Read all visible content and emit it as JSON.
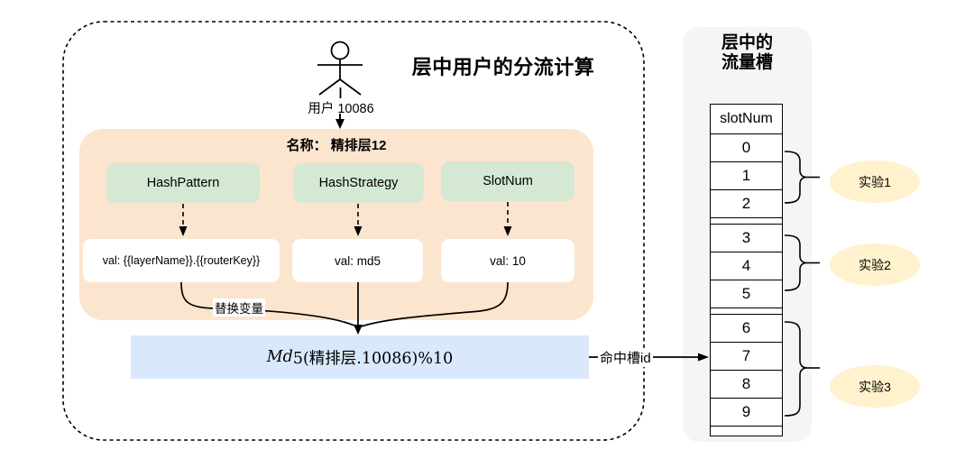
{
  "diagram": {
    "left_panel": {
      "title": "层中用户的分流计算",
      "actor_label": "用户 10086",
      "layer": {
        "name_label": "名称： 精排层12",
        "params": [
          {
            "name": "HashPattern",
            "value": "val: {{layerName}}.{{routerKey}}"
          },
          {
            "name": "HashStrategy",
            "value": "val: md5"
          },
          {
            "name": "SlotNum",
            "value": "val: 10"
          }
        ],
        "replace_label": "替换变量"
      },
      "formula": {
        "prefix_italic": "Md",
        "rest": "5(精排层.10086)%10"
      }
    },
    "connector_label": "命中槽id",
    "right_panel": {
      "title_line1": "层中的",
      "title_line2": "流量槽",
      "table": {
        "header": "slotNum",
        "groups": [
          [
            "0",
            "1",
            "2"
          ],
          [
            "3",
            "4",
            "5"
          ],
          [
            "6",
            "7",
            "8",
            "9"
          ]
        ]
      },
      "experiments": [
        "实验1",
        "实验2",
        "实验3"
      ]
    },
    "colors": {
      "layer_bg": "#FCE5CE",
      "param_bg": "#D5E8D4",
      "formula_bg": "#DAE8FC",
      "experiment_bg": "#FFF2CC",
      "panel_bg": "#F5F5F5",
      "line": "#000000"
    }
  }
}
